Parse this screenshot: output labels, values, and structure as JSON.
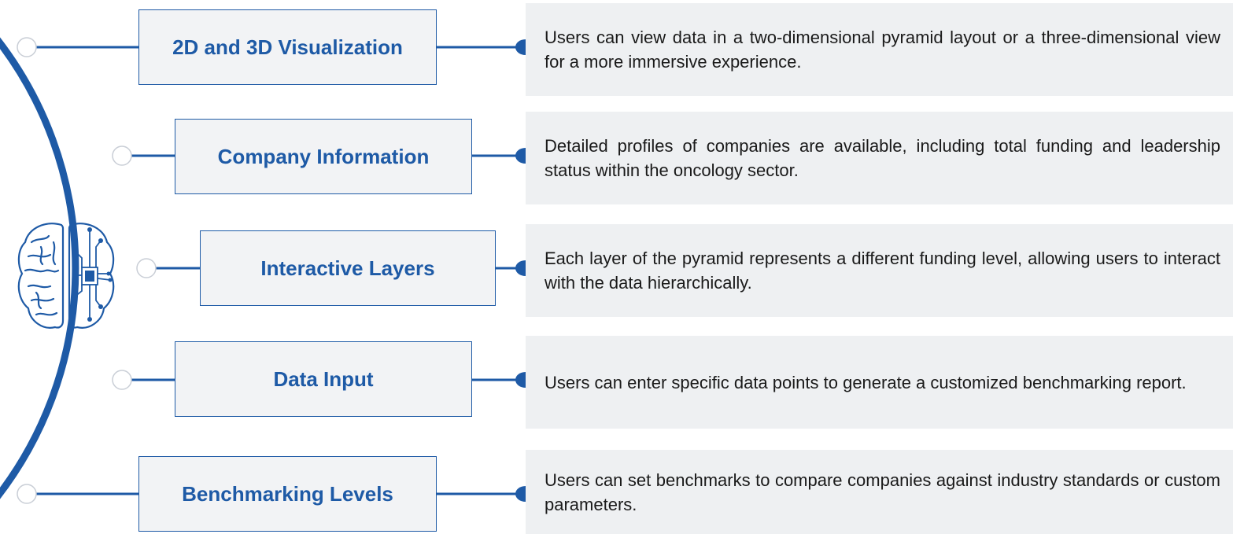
{
  "colors": {
    "accent": "#1e5aa6",
    "box_bg": "#f2f3f5",
    "desc_bg": "#eef0f2",
    "text": "#1a1a1a"
  },
  "icon": "brain-circuit-icon",
  "features": [
    {
      "title": "2D and 3D Visualization",
      "description": "Users can view data in a two-dimensional pyramid layout or a three-dimensional view for a more immersive experience."
    },
    {
      "title": "Company Information",
      "description": "Detailed profiles of companies are available, including total funding and leadership status within the oncology sector."
    },
    {
      "title": "Interactive Layers",
      "description": "Each layer of the pyramid represents a different funding level, allowing users to interact with the data hierarchically."
    },
    {
      "title": "Data Input",
      "description": "Users can enter specific data points to generate a customized benchmarking report."
    },
    {
      "title": "Benchmarking Levels",
      "description": "Users can set benchmarks to compare companies against industry standards or custom parameters."
    }
  ]
}
